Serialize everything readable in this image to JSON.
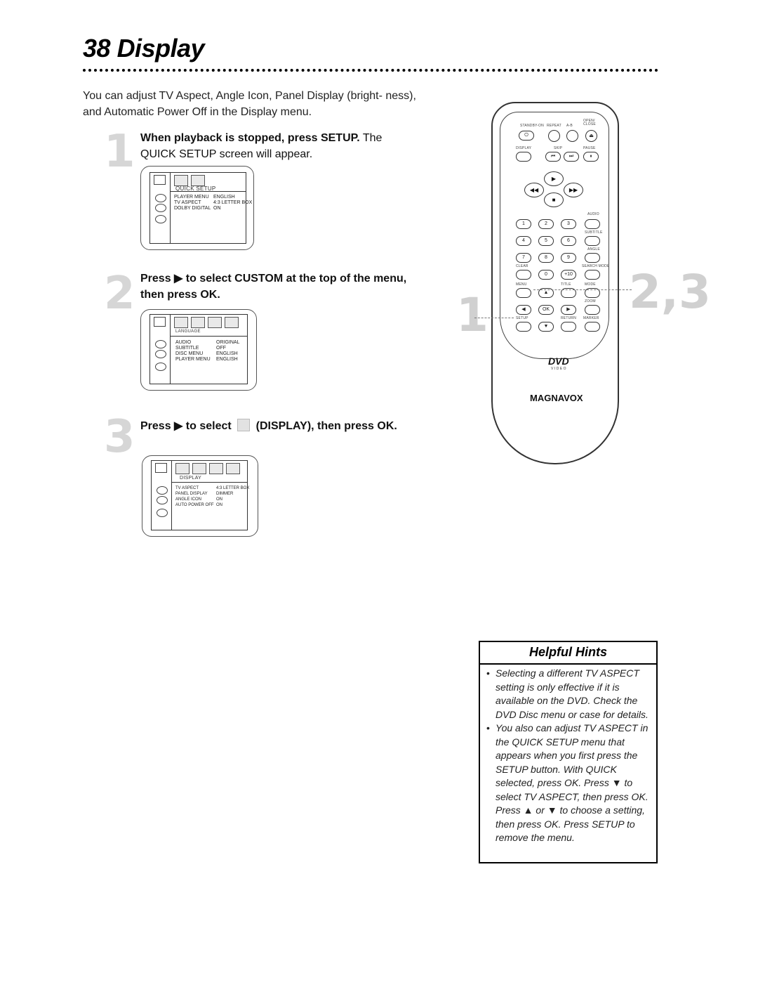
{
  "page": {
    "number": "38",
    "title": "Display"
  },
  "intro": "You can adjust TV Aspect, Angle Icon, Panel Display (bright- ness), and Automatic Power Off in the Display menu.",
  "steps": [
    {
      "number": "1",
      "bold": "When playback is stopped, press SETUP.",
      "text": " The QUICK SETUP screen will appear.",
      "screen": {
        "label": "QUICK SETUP",
        "rows": [
          [
            "PLAYER MENU",
            "ENGLISH"
          ],
          [
            "TV ASPECT",
            "4:3 LETTER BOX"
          ],
          [
            "DOLBY DIGITAL",
            "ON"
          ]
        ]
      }
    },
    {
      "number": "2",
      "bold": "Press ▶ to select CUSTOM at the top of the menu, then press OK.",
      "text": "",
      "screen": {
        "label": "LANGUAGE",
        "rows": [
          [
            "AUDIO",
            "ORIGINAL"
          ],
          [
            "SUBTITLE",
            "OFF"
          ],
          [
            "DISC MENU",
            "ENGLISH"
          ],
          [
            "PLAYER MENU",
            "ENGLISH"
          ]
        ]
      }
    },
    {
      "number": "3",
      "bold_a": "Press ▶ to select",
      "bold_b": "(DISPLAY), then press OK.",
      "screen": {
        "label": "DISPLAY",
        "rows": [
          [
            "TV ASPECT",
            "4:3 LETTER BOX"
          ],
          [
            "PANEL DISPLAY",
            "DIMMER"
          ],
          [
            "ANGLE ICON",
            "ON"
          ],
          [
            "AUTO POWER OFF",
            "ON"
          ]
        ]
      }
    }
  ],
  "remote": {
    "top_labels": [
      "STANDBY-ON",
      "REPEAT",
      "A-B",
      "OPEN/ CLOSE"
    ],
    "row2_labels": [
      "DISPLAY",
      "SKIP",
      "PAUSE"
    ],
    "nav": {
      "play": "▶",
      "rew": "◀◀",
      "ffw": "▶▶",
      "stop": "■"
    },
    "side_labels": [
      "AUDIO",
      "SUBTITLE",
      "ANGLE",
      "SEARCH MODE",
      "MODE",
      "ZOOM"
    ],
    "numbers": [
      "1",
      "2",
      "3",
      "4",
      "5",
      "6",
      "7",
      "8",
      "9",
      "0",
      "+10"
    ],
    "bottom_labels": [
      "CLEAR",
      "MENU",
      "TITLE",
      "SETUP",
      "RETURN",
      "MARKER"
    ],
    "ok": "OK",
    "dvd_logo": "DVD",
    "dvd_sub": "VIDEO",
    "brand": "MAGNAVOX"
  },
  "callouts": {
    "left": "1",
    "right": "2,3"
  },
  "hints": {
    "title": "Helpful Hints",
    "items": [
      "Selecting a different TV ASPECT setting is only effective if it is available on the DVD. Check the DVD Disc menu or case for details.",
      "You also can adjust TV ASPECT in the QUICK SETUP menu that appears when you first press the SETUP button. With QUICK selected, press OK. Press ▼ to select TV ASPECT, then press OK. Press ▲ or ▼ to choose a setting, then press OK. Press SETUP to remove the menu."
    ]
  },
  "colors": {
    "step_number": "#d6d6d6",
    "text": "#111111"
  }
}
